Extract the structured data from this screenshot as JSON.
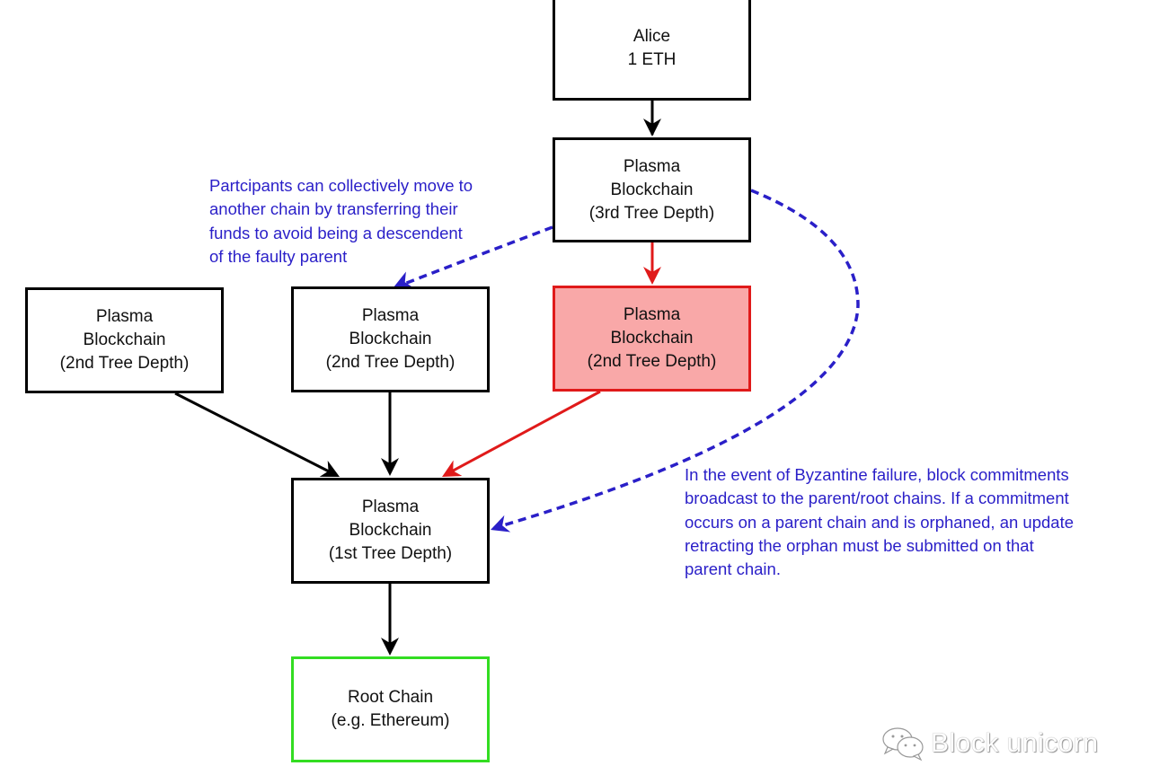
{
  "nodes": {
    "alice": {
      "lines": [
        "Alice",
        "1 ETH"
      ]
    },
    "depth3": {
      "lines": [
        "Plasma",
        "Blockchain",
        "(3rd Tree Depth)"
      ]
    },
    "depth2_left": {
      "lines": [
        "Plasma",
        "Blockchain",
        "(2nd Tree Depth)"
      ]
    },
    "depth2_middle": {
      "lines": [
        "Plasma",
        "Blockchain",
        "(2nd Tree Depth)"
      ]
    },
    "depth2_faulty": {
      "lines": [
        "Plasma",
        "Blockchain",
        "(2nd Tree Depth)"
      ]
    },
    "depth1": {
      "lines": [
        "Plasma",
        "Blockchain",
        "(1st Tree Depth)"
      ]
    },
    "root": {
      "lines": [
        "Root Chain",
        "(e.g. Ethereum)"
      ]
    }
  },
  "notes": {
    "move_chain": {
      "lines": [
        "Partcipants can collectively move to",
        "another chain by transferring their",
        "funds to avoid being a descendent",
        "of the faulty parent"
      ]
    },
    "byzantine": {
      "lines": [
        "In the event of Byzantine failure, block commitments",
        "broadcast to the parent/root chains. If a commitment",
        "occurs on a parent chain and is orphaned, an update",
        "retracting the orphan must be submitted on that",
        "parent chain."
      ]
    }
  },
  "edges": [
    {
      "from": "alice",
      "to": "depth3",
      "style": "solid",
      "color": "#000000"
    },
    {
      "from": "depth3",
      "to": "depth2_faulty",
      "style": "solid",
      "color": "#e01a1a"
    },
    {
      "from": "depth3",
      "to": "depth2_middle",
      "style": "dashed",
      "color": "#2a1fc8"
    },
    {
      "from": "depth3",
      "to": "depth1",
      "style": "dashed",
      "color": "#2a1fc8"
    },
    {
      "from": "depth2_left",
      "to": "depth1",
      "style": "solid",
      "color": "#000000"
    },
    {
      "from": "depth2_middle",
      "to": "depth1",
      "style": "solid",
      "color": "#000000"
    },
    {
      "from": "depth2_faulty",
      "to": "depth1",
      "style": "solid",
      "color": "#e01a1a"
    },
    {
      "from": "depth1",
      "to": "root",
      "style": "solid",
      "color": "#000000"
    }
  ],
  "colors": {
    "faulty_fill": "#f9a8a8",
    "faulty_border": "#e01a1a",
    "root_border": "#33dd22",
    "note_text": "#2a1fc8"
  },
  "watermark": {
    "text": "Block unicorn",
    "icon": "wechat-icon"
  }
}
